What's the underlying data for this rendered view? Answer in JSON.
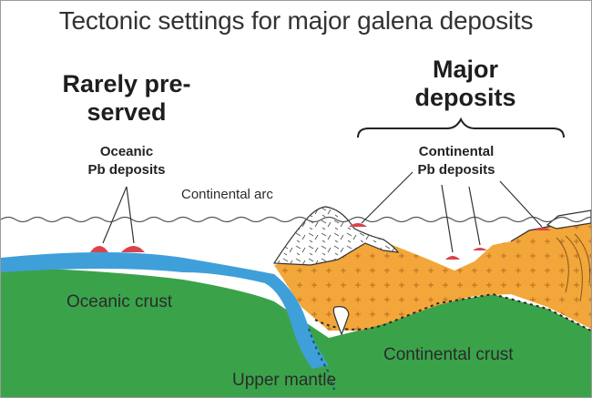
{
  "title": "Tectonic settings for major galena deposits",
  "left_heading": {
    "line1": "Rarely pre-",
    "line2": "served"
  },
  "oceanic_deposits": {
    "line1": "Oceanic",
    "line2": "Pb deposits"
  },
  "right_heading": {
    "line1": "Major",
    "line2": "deposits"
  },
  "continental_deposits": {
    "line1": "Continental",
    "line2": "Pb deposits"
  },
  "labels": {
    "continental_arc": "Continental arc",
    "oceanic_crust": "Oceanic crust",
    "continental_crust": "Continental crust",
    "upper_mantle": "Upper mantle"
  },
  "colors": {
    "mantle": "#3aa34a",
    "oceanic_crust": "#3f9fd9",
    "continental_crust": "#f3a63a",
    "deposit": "#d9434b",
    "arc": "#ffffff",
    "sea_line": "#555555"
  }
}
